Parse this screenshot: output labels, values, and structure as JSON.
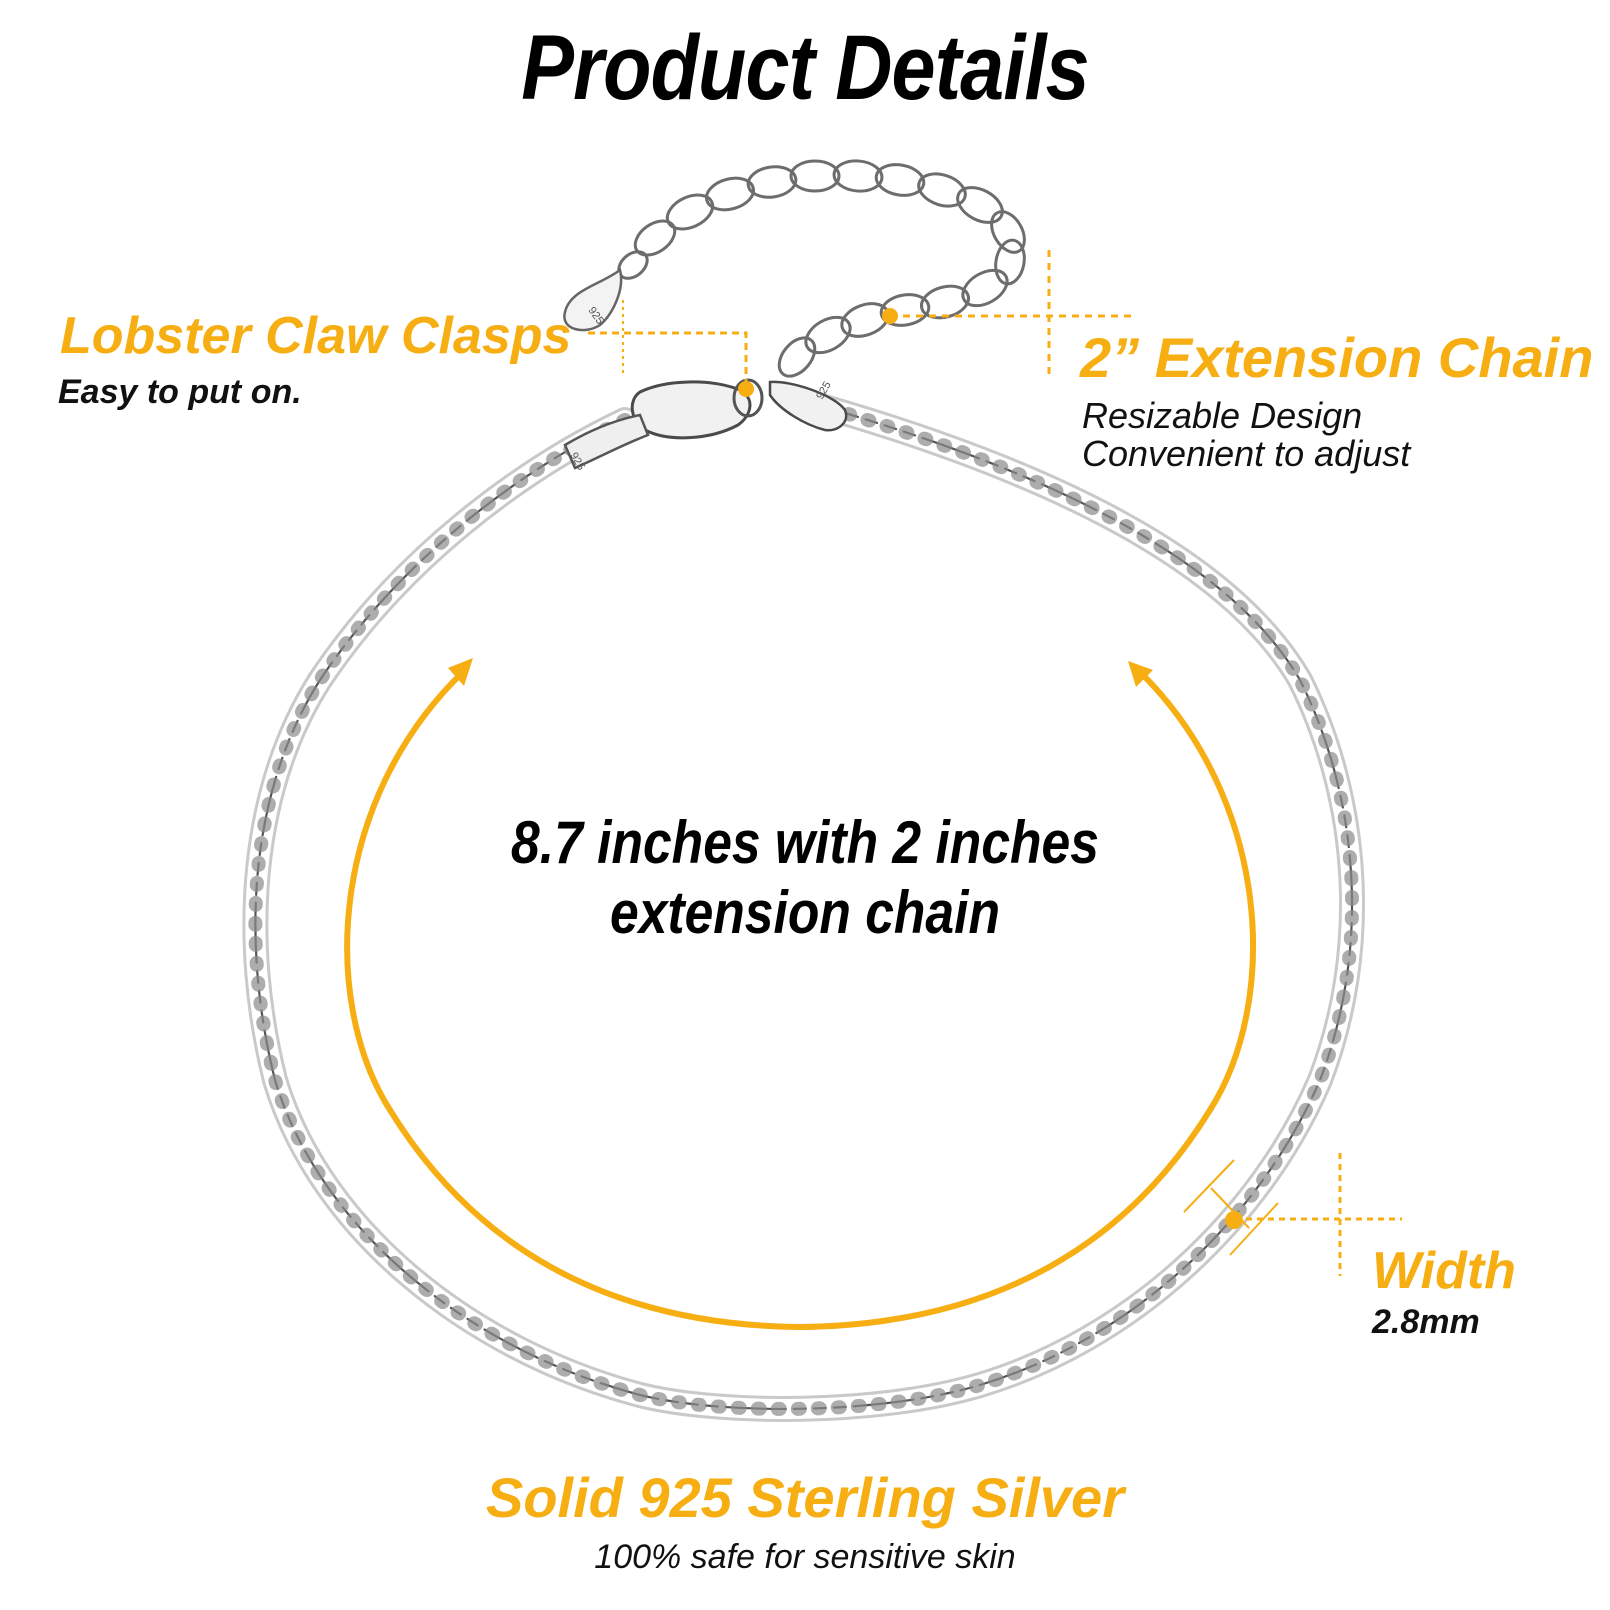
{
  "title": "Product Details",
  "center_text": {
    "line1": "8.7 inches with 2 inches",
    "line2": "extension chain"
  },
  "callouts": {
    "clasp": {
      "heading": "Lobster Claw Clasps",
      "sub": "Easy to put on."
    },
    "extension": {
      "heading": "2” Extension Chain",
      "sub1": "Resizable Design",
      "sub2": "Convenient  to adjust"
    },
    "width": {
      "heading": "Width",
      "value": "2.8mm"
    },
    "material": {
      "heading": "Solid 925 Sterling Silver",
      "sub": "100% safe for sensitive skin"
    }
  },
  "stamps": {
    "tag": "925"
  },
  "colors": {
    "accent": "#f6ae13",
    "text": "#111111",
    "silver": "#9a9a9a",
    "background": "#ffffff"
  }
}
